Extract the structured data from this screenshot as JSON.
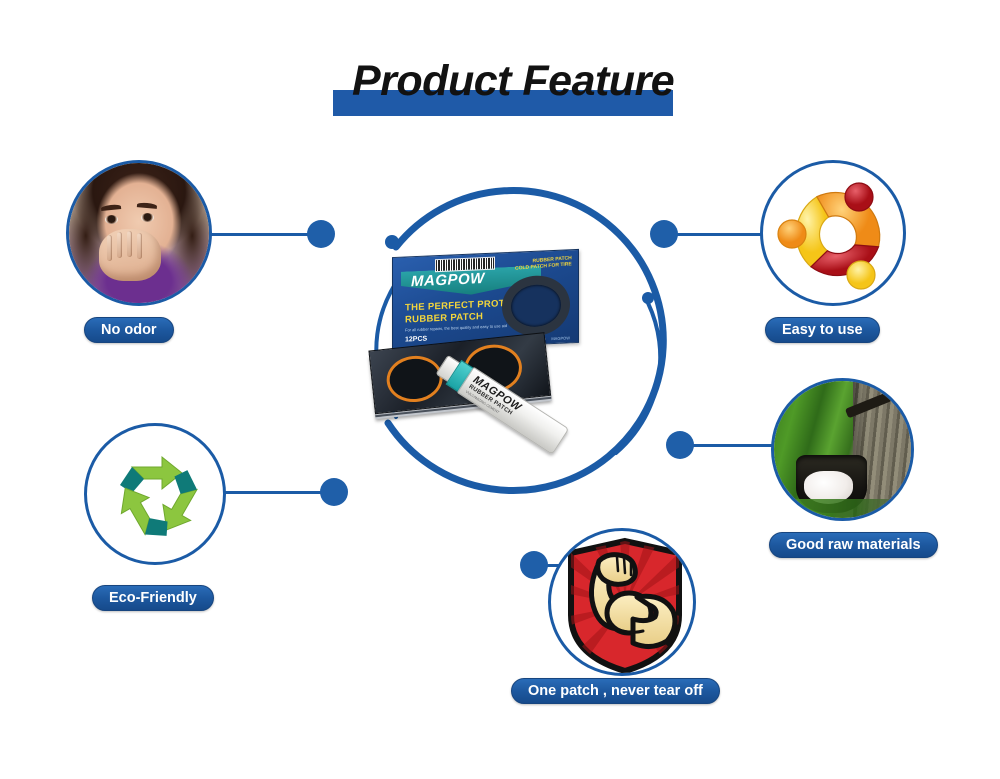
{
  "header": {
    "title": "Product Feature",
    "bar_color": "#1f5aa8",
    "title_color": "#121212"
  },
  "theme": {
    "accent_blue": "#1b5ba6",
    "pill_blue": "#1d589f",
    "dot_blue": "#1f5fa9",
    "recycle_green": "#8cc63f",
    "recycle_teal": "#0f7a78",
    "ubuntu_orange": "#f6921e",
    "ubuntu_yellow": "#fdd835",
    "ubuntu_red": "#c1121f",
    "shield_red": "#d8272c",
    "skin": "#f5e0b0"
  },
  "center": {
    "product_box": {
      "brand": "MAGPOW",
      "line1": "THE PERFECT PROTECT",
      "line2": "RUBBER PATCH",
      "subtitle": "For all rubber repairs, the best quality and easy to use aid",
      "quantity": "12PCS",
      "top_right": "RUBBER PATCH\nCOLD PATCH FOR TIRE",
      "brand_small": "MAGPOW"
    },
    "tube": {
      "brand": "MAGPOW",
      "product": "RUBBER PATCH",
      "fine_print": "VULCANIZING CEMENT"
    }
  },
  "features": [
    {
      "id": "no-odor",
      "label": "No odor",
      "icon": "girl-covering-nose-photo"
    },
    {
      "id": "eco-friendly",
      "label": "Eco-Friendly",
      "icon": "recycle-icon"
    },
    {
      "id": "easy-to-use",
      "label": "Easy to use",
      "icon": "circle-of-friends-icon"
    },
    {
      "id": "good-raw-materials",
      "label": "Good raw materials",
      "icon": "rubber-tree-tapping-photo"
    },
    {
      "id": "one-patch",
      "label": "One patch ,  never tear off",
      "icon": "flexing-muscle-shield-icon"
    }
  ]
}
